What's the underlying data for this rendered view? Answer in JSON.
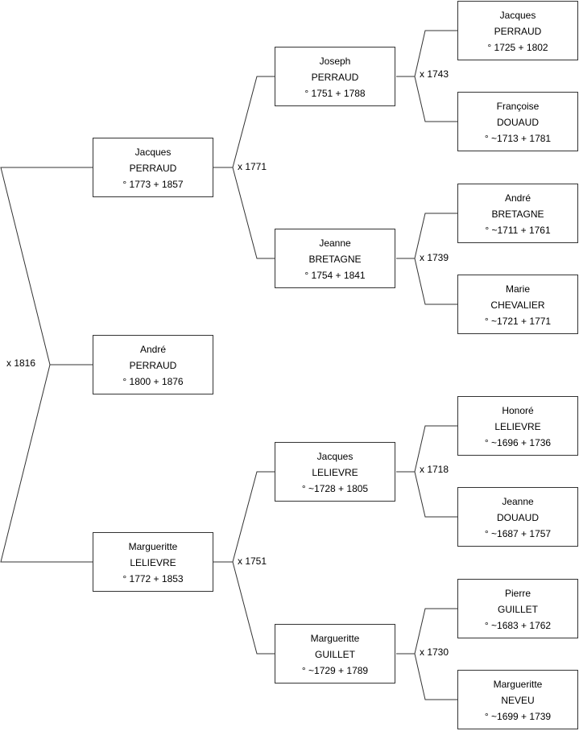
{
  "people": {
    "root": {
      "first": "André",
      "last": "PERRAUD",
      "dates": "° 1800 + 1876"
    },
    "f": {
      "first": "Jacques",
      "last": "PERRAUD",
      "dates": "° 1773 + 1857"
    },
    "m": {
      "first": "Margueritte",
      "last": "LELIEVRE",
      "dates": "° 1772 + 1853"
    },
    "ff": {
      "first": "Joseph",
      "last": "PERRAUD",
      "dates": "° 1751 + 1788"
    },
    "fm": {
      "first": "Jeanne",
      "last": "BRETAGNE",
      "dates": "° 1754 + 1841"
    },
    "mf": {
      "first": "Jacques",
      "last": "LELIEVRE",
      "dates": "° ~1728 + 1805"
    },
    "mm": {
      "first": "Margueritte",
      "last": "GUILLET",
      "dates": "° ~1729 + 1789"
    },
    "fff": {
      "first": "Jacques",
      "last": "PERRAUD",
      "dates": "° 1725 + 1802"
    },
    "ffm": {
      "first": "Françoise",
      "last": "DOUAUD",
      "dates": "° ~1713 + 1781"
    },
    "fmf": {
      "first": "André",
      "last": "BRETAGNE",
      "dates": "° ~1711 + 1761"
    },
    "fmm": {
      "first": "Marie",
      "last": "CHEVALIER",
      "dates": "° ~1721 + 1771"
    },
    "mff": {
      "first": "Honoré",
      "last": "LELIEVRE",
      "dates": "° ~1696 + 1736"
    },
    "mfm": {
      "first": "Jeanne",
      "last": "DOUAUD",
      "dates": "° ~1687 + 1757"
    },
    "mmf": {
      "first": "Pierre",
      "last": "GUILLET",
      "dates": "° ~1683 + 1762"
    },
    "mmm": {
      "first": "Margueritte",
      "last": "NEVEU",
      "dates": "° ~1699 + 1739"
    }
  },
  "marriages": {
    "root": "x 1816",
    "f": "x 1771",
    "m": "x 1751",
    "ff": "x 1743",
    "fm": "x 1739",
    "mf": "x 1718",
    "mm": "x 1730"
  }
}
